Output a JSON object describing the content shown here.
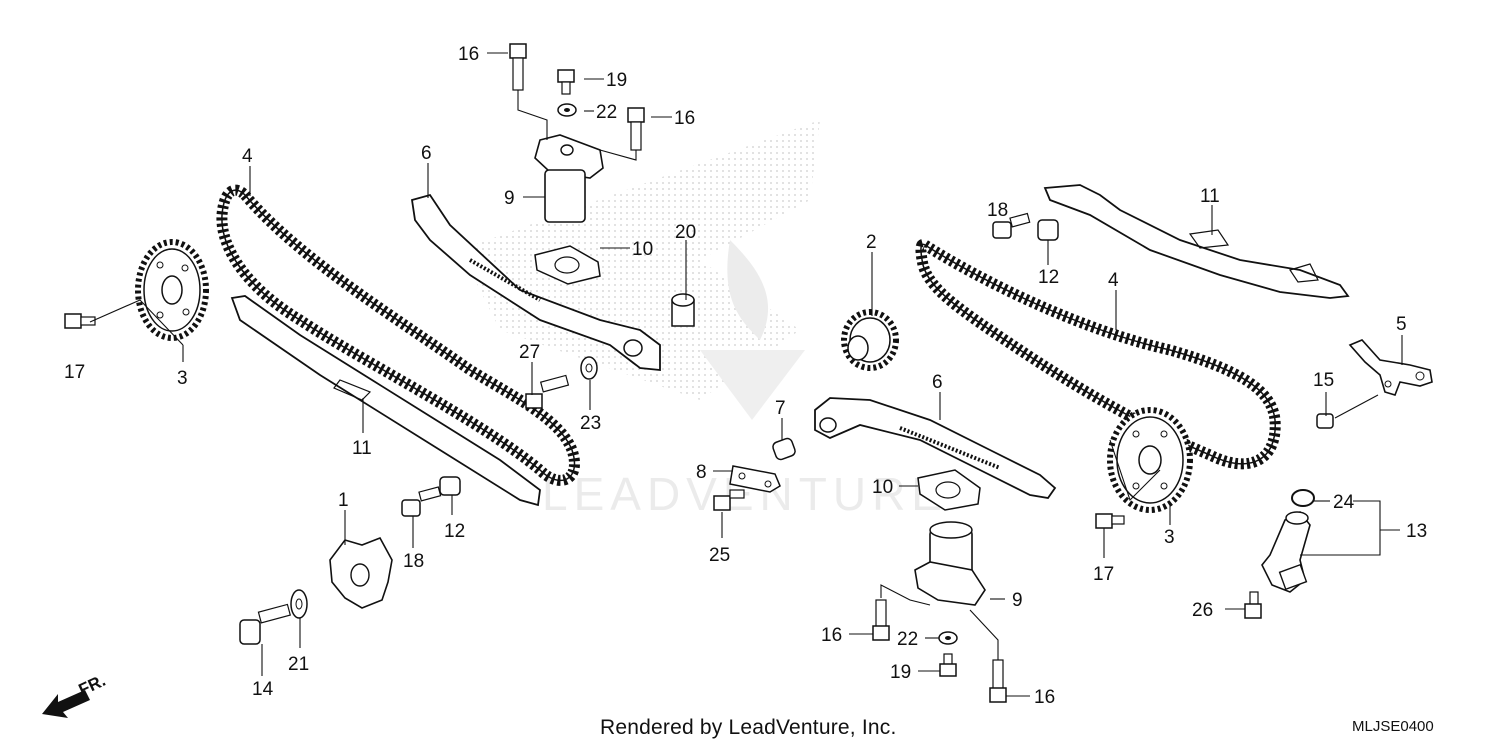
{
  "callouts": {
    "c16a": "16",
    "c19a": "19",
    "c22a": "22",
    "c16b": "16",
    "c4a": "4",
    "c6a": "6",
    "c9a": "9",
    "c10a": "10",
    "c20": "20",
    "c17a": "17",
    "c3a": "3",
    "c27": "27",
    "c23": "23",
    "c11a": "11",
    "c1": "1",
    "c18a": "18",
    "c12a": "12",
    "c14": "14",
    "c21": "21",
    "c2": "2",
    "c18b": "18",
    "c12b": "12",
    "c11b": "11",
    "c4b": "4",
    "c5": "5",
    "c15": "15",
    "c6b": "6",
    "c7": "7",
    "c8": "8",
    "c25": "25",
    "c10b": "10",
    "c9b": "9",
    "c16c": "16",
    "c22b": "22",
    "c19b": "19",
    "c16d": "16",
    "c3b": "3",
    "c17b": "17",
    "c24": "24",
    "c13": "13",
    "c26": "26"
  },
  "direction_label": "FR.",
  "watermark": "LEADVENTURE",
  "footer": "Rendered by LeadVenture, Inc.",
  "diagram_code": "MLJSE0400",
  "colors": {
    "line": "#111111",
    "watermark": "#e4e4e4",
    "dots": "#c8c8c8"
  }
}
